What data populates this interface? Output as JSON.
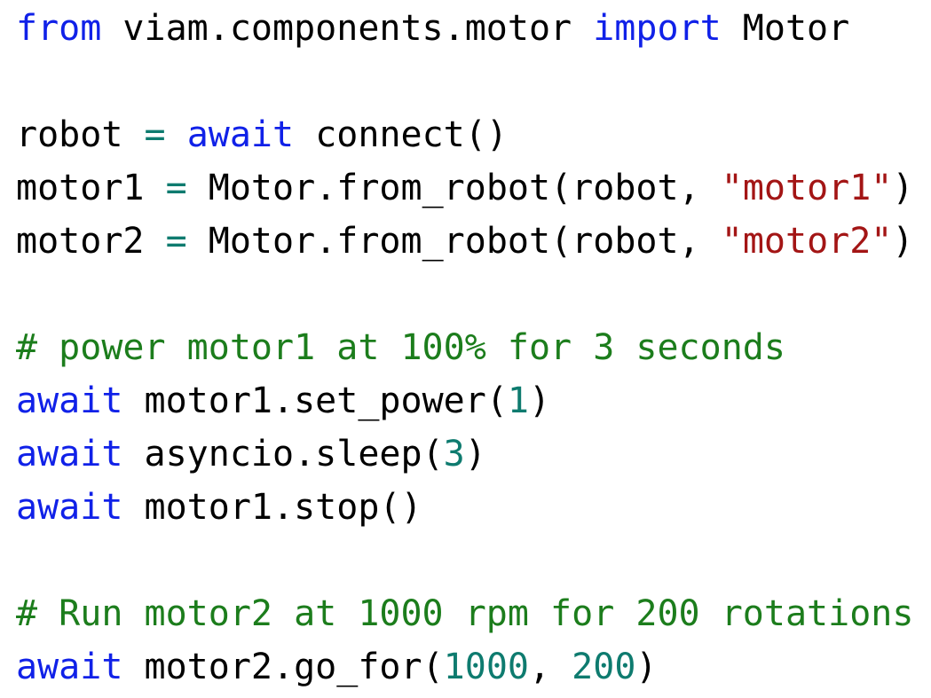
{
  "colors": {
    "kw": "#1021e8",
    "str": "#a31515",
    "com": "#1c7d1c",
    "num": "#0e7b6f",
    "op": "#0e7b6f",
    "pln": "#000000"
  },
  "code": {
    "language": "python",
    "lines": [
      [
        {
          "t": "from",
          "c": "kw"
        },
        {
          "t": " viam.components.motor ",
          "c": "pln"
        },
        {
          "t": "import",
          "c": "kw"
        },
        {
          "t": " Motor",
          "c": "pln"
        }
      ],
      [],
      [
        {
          "t": "robot ",
          "c": "pln"
        },
        {
          "t": "=",
          "c": "op"
        },
        {
          "t": " ",
          "c": "pln"
        },
        {
          "t": "await",
          "c": "kw"
        },
        {
          "t": " connect()",
          "c": "pln"
        }
      ],
      [
        {
          "t": "motor1 ",
          "c": "pln"
        },
        {
          "t": "=",
          "c": "op"
        },
        {
          "t": " Motor.from_robot(robot, ",
          "c": "pln"
        },
        {
          "t": "\"motor1\"",
          "c": "str"
        },
        {
          "t": ")",
          "c": "pln"
        }
      ],
      [
        {
          "t": "motor2 ",
          "c": "pln"
        },
        {
          "t": "=",
          "c": "op"
        },
        {
          "t": " Motor.from_robot(robot, ",
          "c": "pln"
        },
        {
          "t": "\"motor2\"",
          "c": "str"
        },
        {
          "t": ")",
          "c": "pln"
        }
      ],
      [],
      [
        {
          "t": "# power motor1 at 100% for 3 seconds",
          "c": "com"
        }
      ],
      [
        {
          "t": "await",
          "c": "kw"
        },
        {
          "t": " motor1.set_power(",
          "c": "pln"
        },
        {
          "t": "1",
          "c": "num"
        },
        {
          "t": ")",
          "c": "pln"
        }
      ],
      [
        {
          "t": "await",
          "c": "kw"
        },
        {
          "t": " asyncio.sleep(",
          "c": "pln"
        },
        {
          "t": "3",
          "c": "num"
        },
        {
          "t": ")",
          "c": "pln"
        }
      ],
      [
        {
          "t": "await",
          "c": "kw"
        },
        {
          "t": " motor1.stop()",
          "c": "pln"
        }
      ],
      [],
      [
        {
          "t": "# Run motor2 at 1000 rpm for 200 rotations",
          "c": "com"
        }
      ],
      [
        {
          "t": "await",
          "c": "kw"
        },
        {
          "t": " motor2.go_for(",
          "c": "pln"
        },
        {
          "t": "1000",
          "c": "num"
        },
        {
          "t": ", ",
          "c": "pln"
        },
        {
          "t": "200",
          "c": "num"
        },
        {
          "t": ")",
          "c": "pln"
        }
      ]
    ]
  }
}
